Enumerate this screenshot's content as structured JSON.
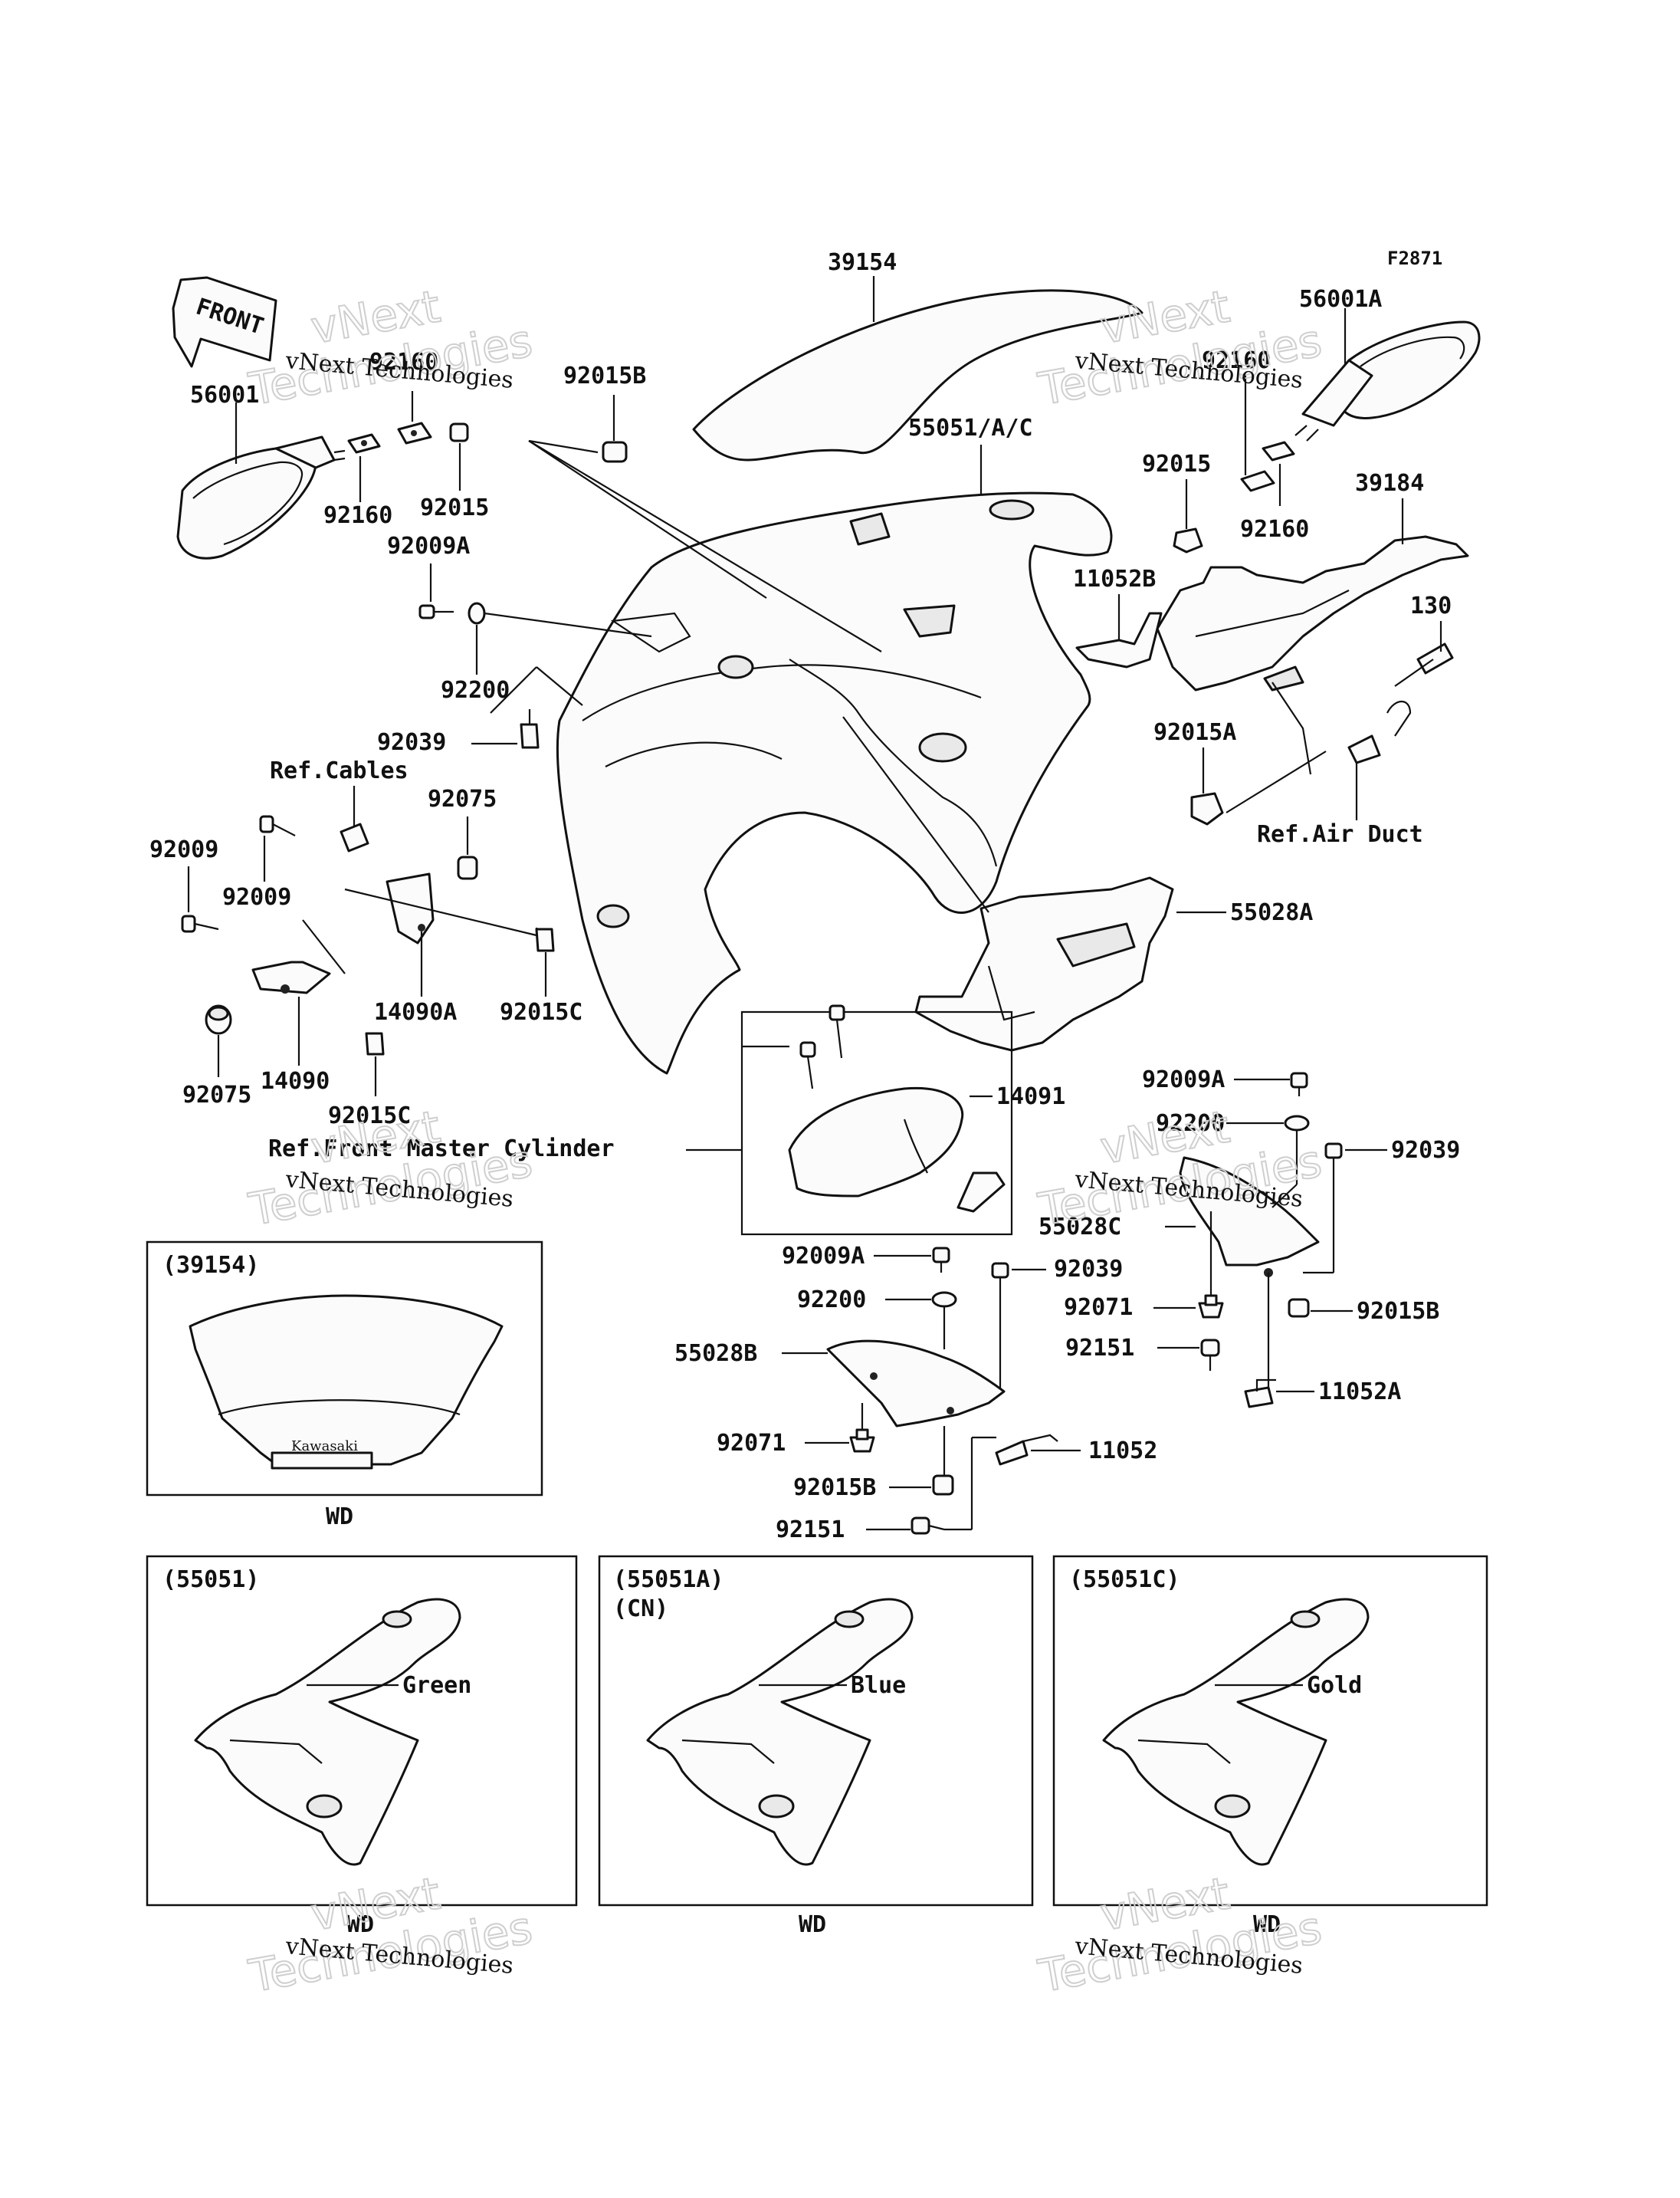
{
  "figure_code": "F2871",
  "direction_label": "FRONT",
  "watermark": {
    "line1": "vNext",
    "line2": "Technologies",
    "caption": "vNext Technologies"
  },
  "part_labels": {
    "p39154": "39154",
    "p56001": "56001",
    "p56001A": "56001A",
    "p92160_left_top": "92160",
    "p92160_left_bottom": "92160",
    "p92015_left": "92015",
    "p92015B_top": "92015B",
    "p55051AC": "55051/A/C",
    "p92160_right_top": "92160",
    "p92015_right": "92015",
    "p92160_right_bottom": "92160",
    "p39184": "39184",
    "p92009A_left": "92009A",
    "p11052B": "11052B",
    "p130": "130",
    "p92200_left": "92200",
    "p92015A": "92015A",
    "p92039_left": "92039",
    "p92075_top": "92075",
    "p92009_a": "92009",
    "p92009_b": "92009",
    "p55028A": "55028A",
    "p14090A": "14090A",
    "p92015C_a": "92015C",
    "p14090": "14090",
    "p92075_bottom": "92075",
    "p92015C_b": "92015C",
    "p14091": "14091",
    "p92009A_right": "92009A",
    "p92200_right": "92200",
    "p92039_right": "92039",
    "p55028C": "55028C",
    "p92009A_mid": "92009A",
    "p92039_mid": "92039",
    "p92200_mid": "92200",
    "p92071_right": "92071",
    "p92015B_right": "92015B",
    "p92151_right": "92151",
    "p55028B": "55028B",
    "p11052A": "11052A",
    "p92071_mid": "92071",
    "p11052": "11052",
    "p92015B_mid": "92015B",
    "p92151_mid": "92151"
  },
  "references": {
    "cables": "Ref.Cables",
    "air_duct": "Ref.Air Duct",
    "front_master_cylinder": "Ref.Front Master Cylinder"
  },
  "insets": {
    "windshield": {
      "title": "(39154)",
      "caption": "WD",
      "logo": "Kawasaki"
    },
    "cowl_55051": {
      "title": "(55051)",
      "color": "Green",
      "caption": "WD"
    },
    "cowl_55051A": {
      "title": "(55051A)",
      "subtitle": "(CN)",
      "color": "Blue",
      "caption": "WD"
    },
    "cowl_55051C": {
      "title": "(55051C)",
      "color": "Gold",
      "caption": "WD"
    }
  }
}
